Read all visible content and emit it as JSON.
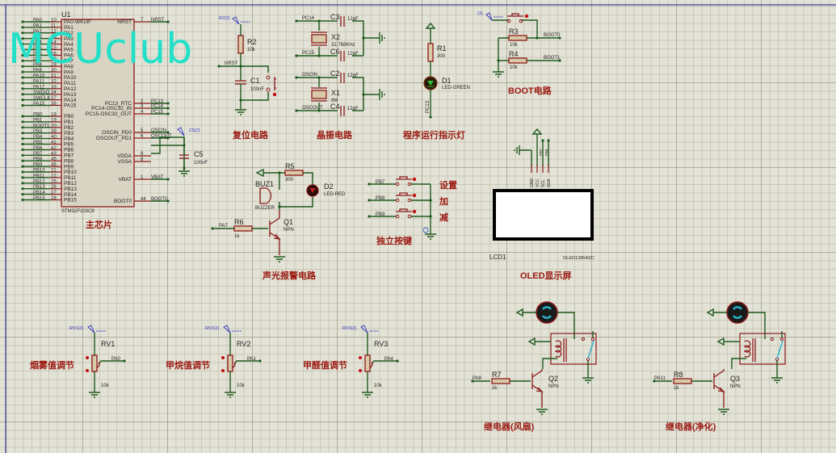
{
  "watermark": "MCUclub",
  "mcu": {
    "ref": "U1",
    "part": "STM32F103C8",
    "title": "主芯片",
    "left_pins_a": [
      {
        "net": "PA0",
        "num": "10",
        "name": "PA0-WKUP"
      },
      {
        "net": "PA1",
        "num": "11",
        "name": "PA1"
      },
      {
        "net": "PA2",
        "num": "12",
        "name": "PA2"
      },
      {
        "net": "PA3",
        "num": "13",
        "name": "PA3"
      },
      {
        "net": "PA4",
        "num": "14",
        "name": "PA4"
      },
      {
        "net": "PA5",
        "num": "15",
        "name": "PA5"
      },
      {
        "net": "PA6",
        "num": "16",
        "name": "PA6"
      },
      {
        "net": "PA7",
        "num": "17",
        "name": "PA7"
      },
      {
        "net": "PA8",
        "num": "29",
        "name": "PA8"
      },
      {
        "net": "PA9",
        "num": "30",
        "name": "PA9"
      },
      {
        "net": "PA10",
        "num": "31",
        "name": "PA10"
      },
      {
        "net": "PA11",
        "num": "32",
        "name": "PA11"
      },
      {
        "net": "PA12",
        "num": "33",
        "name": "PA12"
      },
      {
        "net": "SWDIO",
        "num": "34",
        "name": "PA13"
      },
      {
        "net": "SWCLK",
        "num": "37",
        "name": "PA14"
      },
      {
        "net": "PA15",
        "num": "38",
        "name": "PA15"
      }
    ],
    "left_pins_b": [
      {
        "net": "PB0",
        "num": "18",
        "name": "PB0"
      },
      {
        "net": "PB1",
        "num": "19",
        "name": "PB1"
      },
      {
        "net": "BOOT1",
        "num": "20",
        "name": "PB2"
      },
      {
        "net": "PB3",
        "num": "39",
        "name": "PB3"
      },
      {
        "net": "PB4",
        "num": "40",
        "name": "PB4"
      },
      {
        "net": "PB5",
        "num": "41",
        "name": "PB5"
      },
      {
        "net": "PB6",
        "num": "42",
        "name": "PB6"
      },
      {
        "net": "PB7",
        "num": "43",
        "name": "PB7"
      },
      {
        "net": "PB8",
        "num": "45",
        "name": "PB8"
      },
      {
        "net": "PB9",
        "num": "46",
        "name": "PB9"
      },
      {
        "net": "PB10",
        "num": "21",
        "name": "PB10"
      },
      {
        "net": "PB11",
        "num": "22",
        "name": "PB11"
      },
      {
        "net": "PB12",
        "num": "25",
        "name": "PB12"
      },
      {
        "net": "PB13",
        "num": "26",
        "name": "PB13"
      },
      {
        "net": "PB14",
        "num": "27",
        "name": "PB14"
      },
      {
        "net": "PB15",
        "num": "28",
        "name": "PB15"
      }
    ],
    "right_pins": [
      {
        "name": "NRST",
        "num": "7",
        "net": "NRST"
      },
      {
        "name": "PC13_RTC",
        "num": "2",
        "net": "PC13"
      },
      {
        "name": "PC14-OSC32_IN",
        "num": "3",
        "net": "PC14"
      },
      {
        "name": "PC15-OSC32_OUT",
        "num": "4",
        "net": "PC15"
      },
      {
        "name": "OSCIN_PD0",
        "num": "5",
        "net": "OSCIN"
      },
      {
        "name": "OSCOUT_PD1",
        "num": "6",
        "net": "OSCOUT"
      },
      {
        "name": "VDDA",
        "num": "9",
        "net": ""
      },
      {
        "name": "VSSA",
        "num": "8",
        "net": ""
      },
      {
        "name": "VBAT",
        "num": "1",
        "net": "VBAT"
      },
      {
        "name": "BOOT0",
        "num": "44",
        "net": "BOOT0"
      }
    ],
    "c5": {
      "ref": "C5",
      "value": "100nF",
      "probe": "C5(2)"
    }
  },
  "reset": {
    "title": "复位电路",
    "r2": {
      "ref": "R2",
      "value": "10k",
      "probe": "R2(2)"
    },
    "c1": {
      "ref": "C1",
      "value": "100nF"
    },
    "net": "NRST"
  },
  "crystal": {
    "title": "晶振电路",
    "x2": {
      "ref": "X2",
      "value": "32.768KHz"
    },
    "x1": {
      "ref": "X1",
      "value": "8M"
    },
    "c3": {
      "ref": "C3",
      "value": "12pF"
    },
    "c6": {
      "ref": "C6",
      "value": "12pF"
    },
    "c2": {
      "ref": "C2",
      "value": "12pF"
    },
    "c4": {
      "ref": "C4",
      "value": "12pF"
    },
    "nets": {
      "pc14": "PC14",
      "pc15": "PC15",
      "oscin": "OSCIN",
      "oscout": "OSCOUT"
    }
  },
  "indicator": {
    "title": "程序运行指示灯",
    "r1": {
      "ref": "R1",
      "value": "300"
    },
    "d1": {
      "ref": "D1",
      "value": "LED-GREEN"
    },
    "net": "PC13"
  },
  "boot": {
    "title": "BOOT电路",
    "probe": "(1)",
    "r3": {
      "ref": "R3",
      "value": "10k"
    },
    "r4": {
      "ref": "R4",
      "value": "10k"
    },
    "nets": {
      "boot0": "BOOT0",
      "boot1": "BOOT1"
    }
  },
  "oled": {
    "title": "OLED显示屏",
    "ref": "LCD1",
    "part": "OLED12864I2C",
    "pins": [
      "GND",
      "VCC",
      "SCL",
      "SDA"
    ],
    "nets": [
      "PB7",
      "PB6"
    ]
  },
  "alarm": {
    "title": "声光报警电路",
    "buz": {
      "ref": "BUZ1",
      "value": "BUZZER"
    },
    "r5": {
      "ref": "R5",
      "value": "300"
    },
    "d2": {
      "ref": "D2",
      "value": "LED-RED"
    },
    "r6": {
      "ref": "R6",
      "value": "1k"
    },
    "q1": {
      "ref": "Q1",
      "value": "NPN"
    },
    "net": "PA7"
  },
  "keys": {
    "title": "独立按键",
    "items": [
      {
        "net": "PB7",
        "label": "设置"
      },
      {
        "net": "PB8",
        "label": "加"
      },
      {
        "net": "PB9",
        "label": "减"
      }
    ]
  },
  "pots": [
    {
      "title": "烟雾值调节",
      "ref": "RV1",
      "value": "10k",
      "net": "PA0",
      "probe": "RV1(2)"
    },
    {
      "title": "甲烷值调节",
      "ref": "RV2",
      "value": "10k",
      "net": "PA1",
      "probe": "RV2(2)"
    },
    {
      "title": "甲醛值调节",
      "ref": "RV3",
      "value": "10k",
      "net": "PA4",
      "probe": "RV3(2)"
    }
  ],
  "relays": [
    {
      "title": "继电器(风扇)",
      "r": {
        "ref": "R7",
        "value": "1k"
      },
      "q": {
        "ref": "Q2",
        "value": "NPN"
      },
      "net": "PA8"
    },
    {
      "title": "继电器(净化)",
      "r": {
        "ref": "R8",
        "value": "1k"
      },
      "q": {
        "ref": "Q3",
        "value": "NPN"
      },
      "net": "PA11"
    }
  ]
}
